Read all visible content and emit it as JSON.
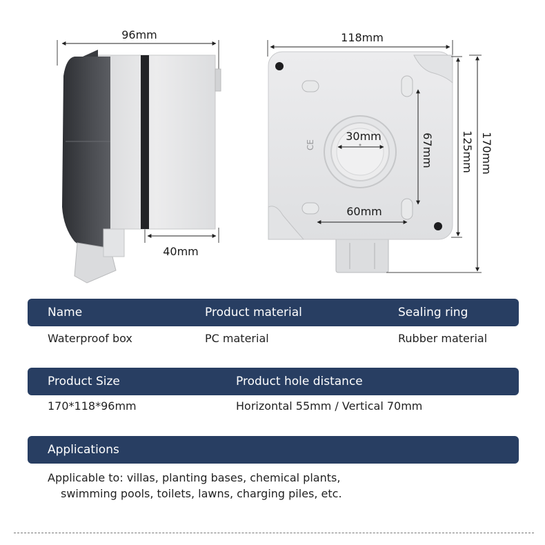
{
  "dimensions": {
    "side_width": "96mm",
    "side_depth": "40mm",
    "front_width": "118mm",
    "hole_diameter": "30mm",
    "hole_h_spacing": "60mm",
    "hole_v_spacing": "67mm",
    "inner_height": "125mm",
    "total_height": "170mm"
  },
  "box_logo": "CE",
  "specs": {
    "headers": {
      "name": "Name",
      "material": "Product material",
      "sealing": "Sealing ring"
    },
    "values": {
      "name": "Waterproof box",
      "material": "PC material",
      "sealing": "Rubber material"
    },
    "size_headers": {
      "size": "Product Size",
      "hole": "Product hole distance"
    },
    "size_values": {
      "size": "170*118*96mm",
      "hole": "Horizontal 55mm / Vertical 70mm"
    },
    "applications": {
      "header": "Applications",
      "line1": "Applicable to: villas, planting bases, chemical plants,",
      "line2": "swimming pools, toilets, lawns, charging piles, etc."
    }
  },
  "colors": {
    "band": "#283e62",
    "box_body": "#e6e7e9",
    "cover": "#3d3f44"
  }
}
